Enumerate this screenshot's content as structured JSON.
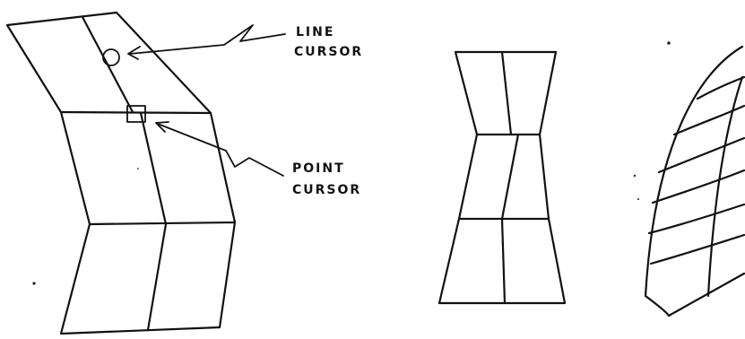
{
  "annotations": {
    "line_cursor": {
      "line1": "LINE",
      "line2": "CURSOR"
    },
    "point_cursor": {
      "line1": "POINT",
      "line2": "CURSOR"
    }
  },
  "colors": {
    "ink": "#111111",
    "paper": "#ffffff"
  },
  "figures": [
    {
      "id": "bent-grid-with-cursors",
      "description_shape": "chevron-panel-grid"
    },
    {
      "id": "hourglass-grid",
      "description_shape": "waisted-panel-grid"
    },
    {
      "id": "curved-surface-grid",
      "description_shape": "partial-dome-grid"
    }
  ]
}
